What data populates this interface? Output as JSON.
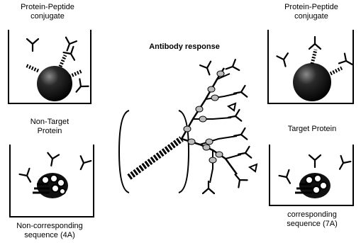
{
  "panels": {
    "top_left": {
      "title_line1": "Protein-Peptide",
      "title_line2": "conjugate"
    },
    "top_right": {
      "title_line1": "Protein-Peptide",
      "title_line2": "conjugate"
    },
    "bottom_left": {
      "title_line1": "Non-Target",
      "title_line2": "Protein",
      "caption_line1": "Non-corresponding",
      "caption_line2": "sequence (4A)"
    },
    "bottom_right": {
      "title": "Target Protein",
      "caption_line1": "corresponding",
      "caption_line2": "sequence (7A)"
    }
  },
  "center": {
    "title": "Antibody response"
  }
}
